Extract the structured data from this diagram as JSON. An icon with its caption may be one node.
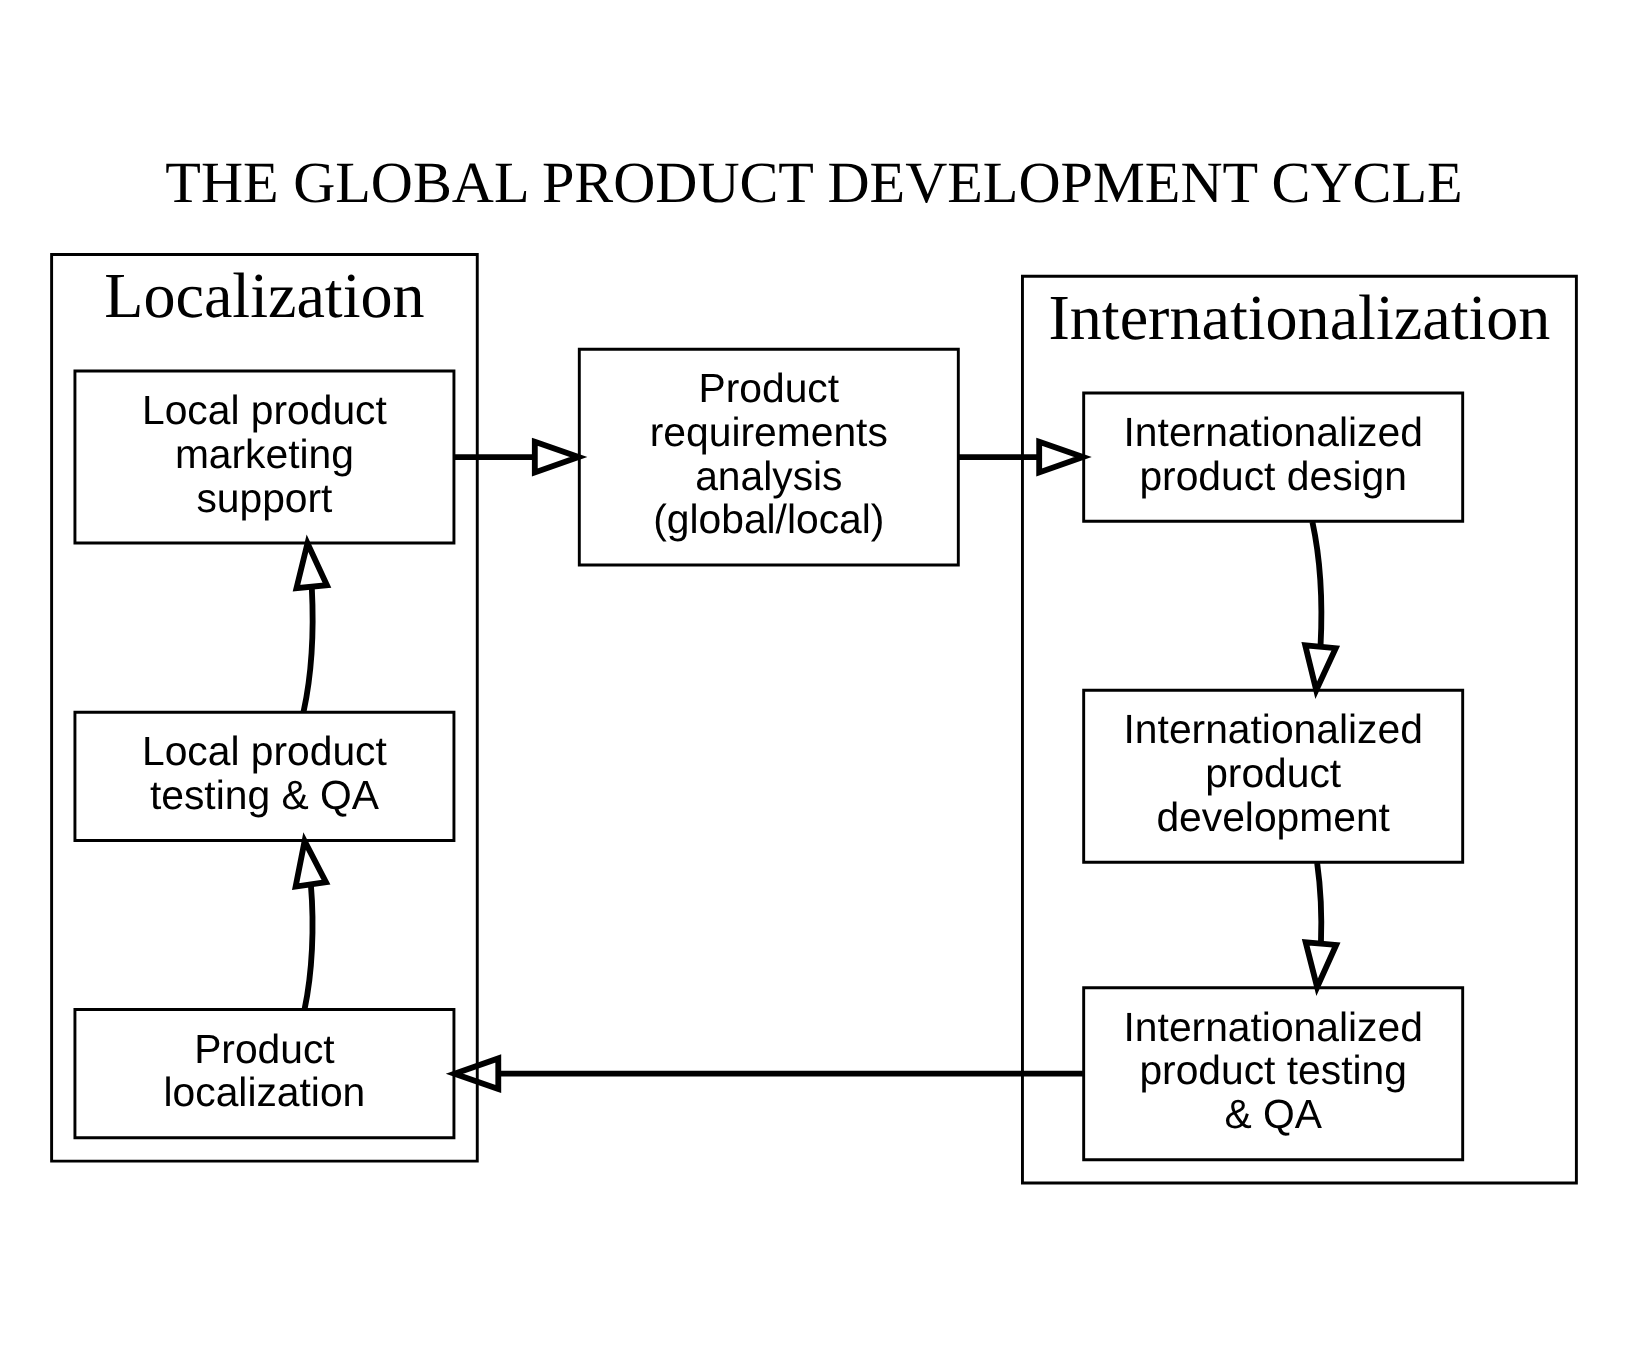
{
  "diagram": {
    "title": "THE GLOBAL PRODUCT DEVELOPMENT CYCLE",
    "nodes": [
      {
        "text": [
          "Localization"
        ]
      },
      {
        "text": [
          "Local product marketing support"
        ],
        "in": 0
      },
      {
        "text": [
          "Local product testing & QA"
        ],
        "in": 0
      },
      {
        "text": [
          "Product localization"
        ],
        "in": 0
      },
      {
        "text": [
          "Internationalization"
        ]
      },
      {
        "text": [
          "Internationalized product design"
        ],
        "in": 4
      },
      {
        "text": [
          "Internationalized product development"
        ],
        "in": 4
      },
      {
        "text": [
          "Internationalized product testing & QA"
        ],
        "in": 4
      },
      {
        "text": [
          "Product requirements analysis (global/local)"
        ]
      }
    ],
    "edges": [
      {
        "from": 1,
        "to": 8,
        "arrow": "to"
      },
      {
        "from": 8,
        "to": 5,
        "arrow": "to"
      },
      {
        "from": 5,
        "to": 6,
        "arrow": "to"
      },
      {
        "from": 6,
        "to": 7,
        "arrow": "to"
      },
      {
        "from": 7,
        "to": 3,
        "arrow": "to"
      },
      {
        "from": 3,
        "to": 2,
        "arrow": "to"
      },
      {
        "from": 2,
        "to": 1,
        "arrow": "to"
      }
    ]
  }
}
